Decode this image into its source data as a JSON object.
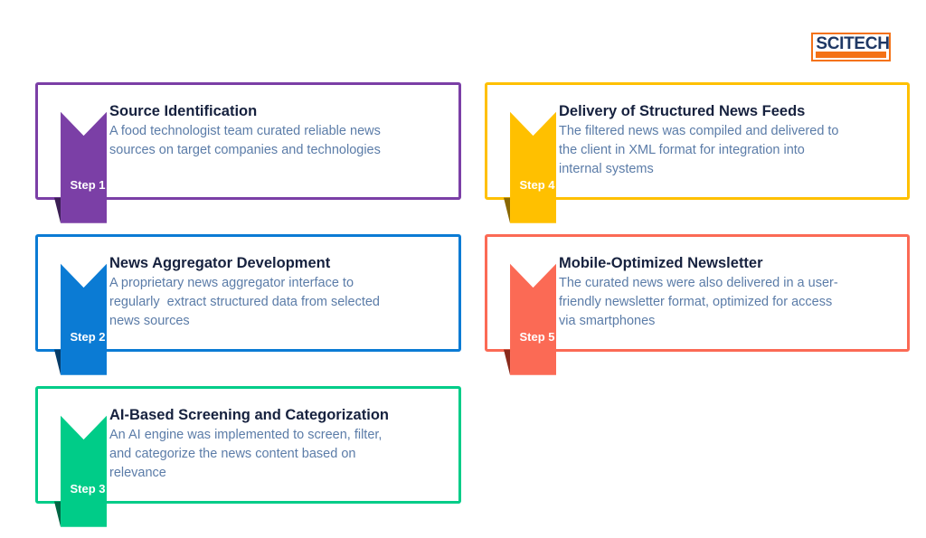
{
  "logo": {
    "name": "scitech-logo",
    "text": "SCITECH",
    "border_color": "#F47216",
    "bar_color": "#F47216",
    "text_color": "#1F3864"
  },
  "palette": {
    "title_color": "#16213E",
    "desc_color": "#5B7CA8",
    "page_background": "#FFFFFF"
  },
  "steps": [
    {
      "id": "step-1",
      "badge": "Step 1",
      "title": "Source Identification",
      "description": "A food technologist team curated reliable news\nsources on target companies and technologies",
      "color": "#7B3FA6",
      "shadow_color": "#3C1F55",
      "column": "left",
      "row": 1
    },
    {
      "id": "step-2",
      "badge": "Step 2",
      "title": "News Aggregator Development",
      "description": "A proprietary news aggregator interface to\nregularly  extract structured data from selected\nnews sources",
      "color": "#0B7BD4",
      "shadow_color": "#063C69",
      "column": "left",
      "row": 2
    },
    {
      "id": "step-3",
      "badge": "Step 3",
      "title": "AI-Based Screening and Categorization",
      "description": "An AI engine was implemented to screen, filter,\nand categorize the news content based on\nrelevance",
      "color": "#00CC88",
      "shadow_color": "#006644",
      "column": "left",
      "row": 3
    },
    {
      "id": "step-4",
      "badge": "Step 4",
      "title": "Delivery of Structured News Feeds",
      "description": "The filtered news was compiled and delivered to\nthe client in XML format for integration into\ninternal systems",
      "color": "#FFC000",
      "shadow_color": "#8A6800",
      "column": "right",
      "row": 1
    },
    {
      "id": "step-5",
      "badge": "Step 5",
      "title": "Mobile-Optimized Newsletter",
      "description": "The curated news were also delivered in a user-\nfriendly newsletter format, optimized for access\nvia smartphones",
      "color": "#FB6A55",
      "shadow_color": "#8A2A1C",
      "column": "right",
      "row": 2
    }
  ]
}
